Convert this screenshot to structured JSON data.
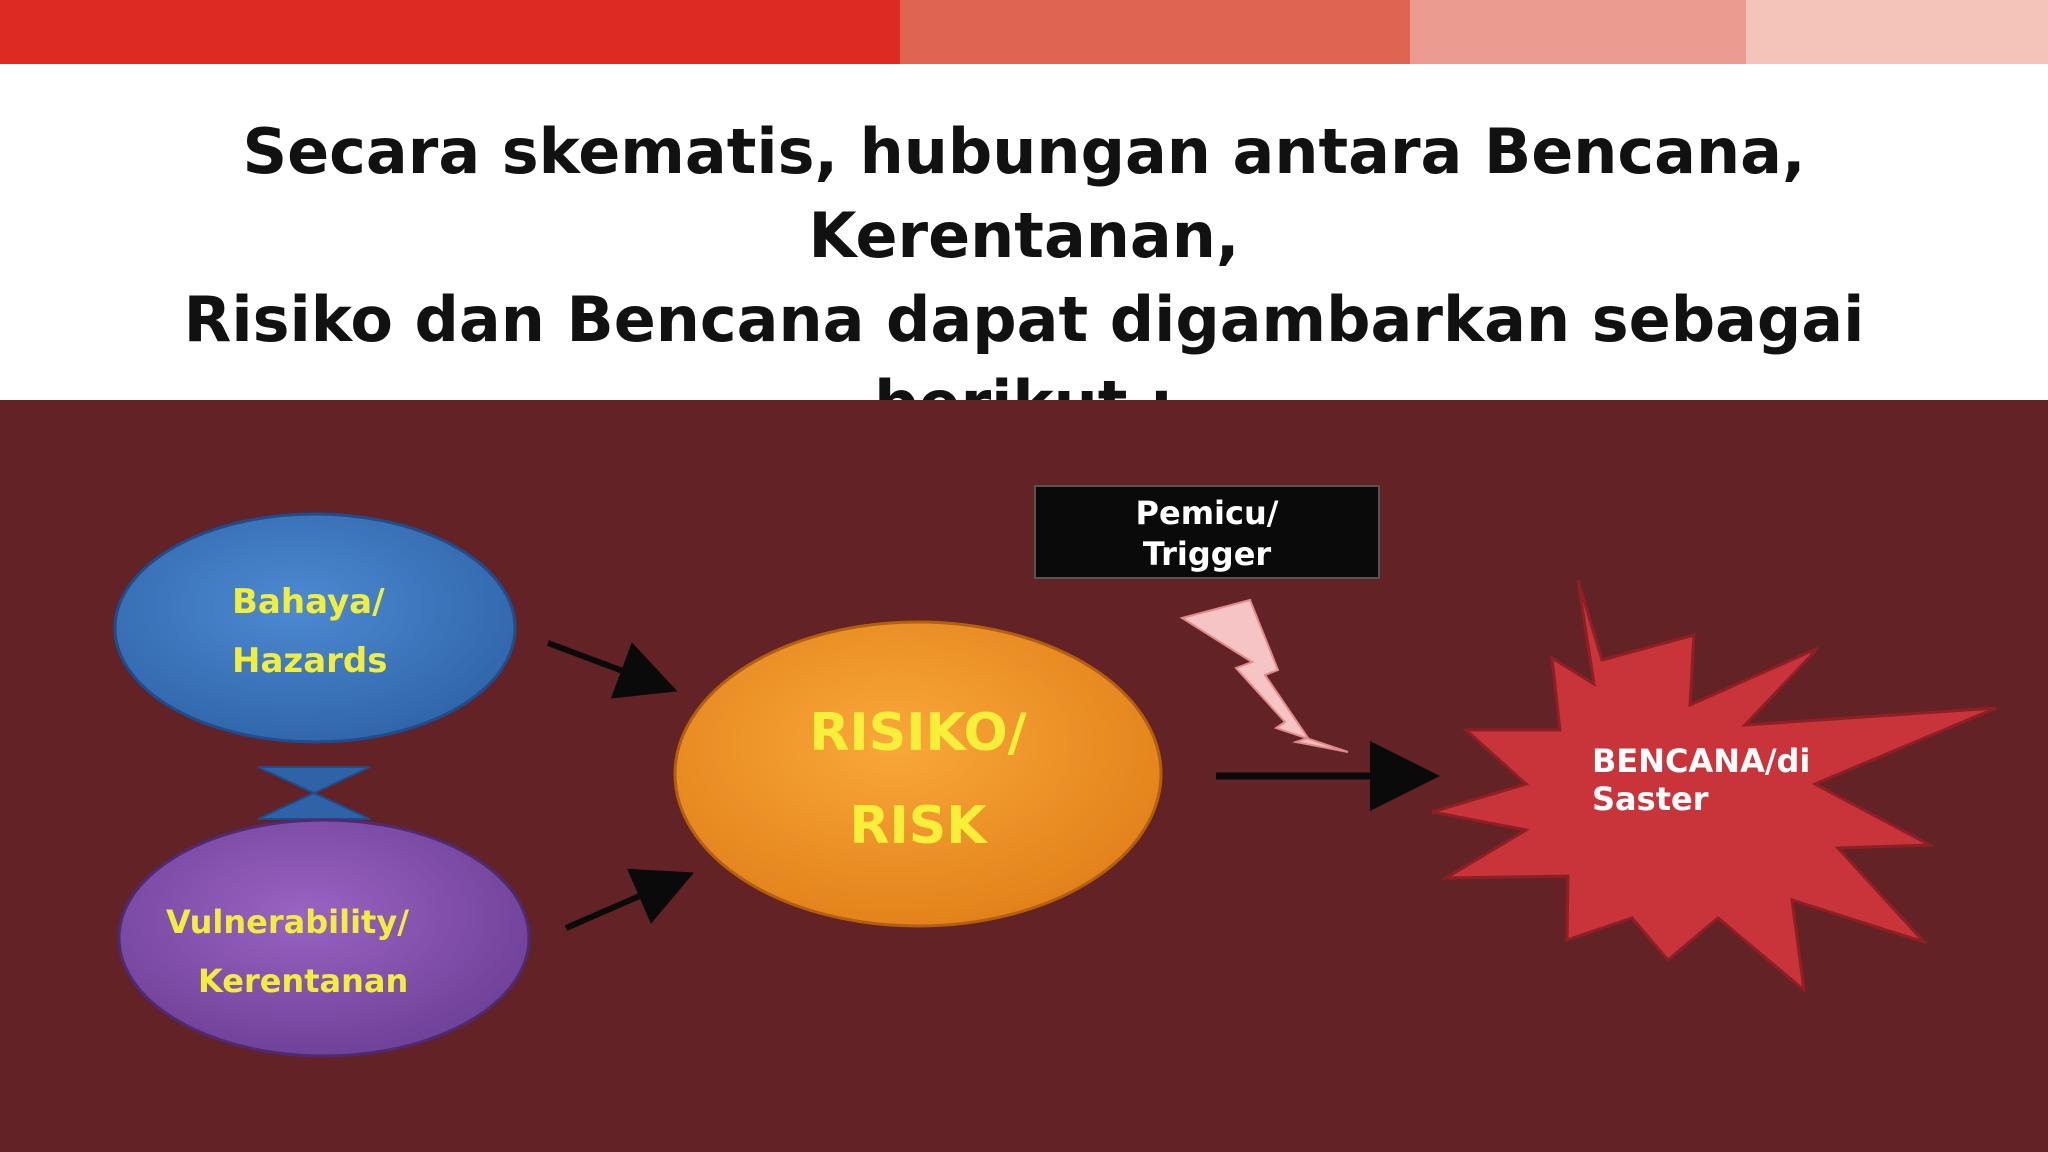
{
  "title": {
    "line1": "Secara skematis, hubungan antara Bencana, Kerentanan,",
    "line2": "Risiko dan Bencana dapat digambarkan sebagai berikut :"
  },
  "diagram": {
    "hazard": {
      "line1": "Bahaya/",
      "line2": "Hazards",
      "fill": "#3f7cc4",
      "text_color": "#f2ee3c"
    },
    "vulnerability": {
      "line1": "Vulnerability/",
      "line2": "Kerentanan",
      "fill": "#8c55b5",
      "text_color": "#f2ee3c"
    },
    "risk": {
      "line1": "RISIKO/",
      "line2": "RISK",
      "fill": "#f39a2b",
      "text_color": "#f7ef3a"
    },
    "trigger": {
      "line1": "Pemicu/",
      "line2": "Trigger",
      "fill": "#0a0a0a",
      "text_color": "#ffffff"
    },
    "disaster": {
      "line1": "BENCANA/di",
      "line2": "Saster",
      "fill": "#c8343a",
      "text_color": "#ffffff"
    },
    "panel_color": "#622226"
  }
}
